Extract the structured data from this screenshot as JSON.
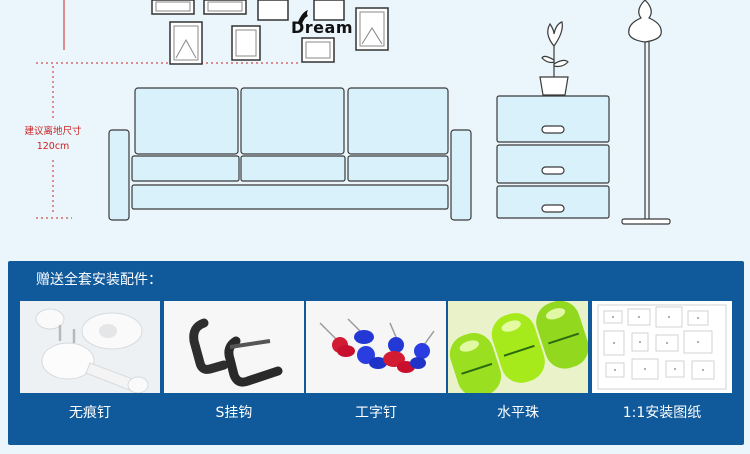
{
  "scene": {
    "brand_text": "Dream",
    "dimension_label_line1": "建议离地尺寸",
    "dimension_label_line2": "120cm"
  },
  "accessories": {
    "title": "赠送全套安装配件：",
    "items": [
      {
        "label": "无痕钉",
        "icon": "traceless-nail"
      },
      {
        "label": "S挂钩",
        "icon": "s-hook"
      },
      {
        "label": "工字钉",
        "icon": "push-pin"
      },
      {
        "label": "水平珠",
        "icon": "spirit-level"
      },
      {
        "label": "1:1安装图纸",
        "icon": "installation-template"
      }
    ]
  },
  "colors": {
    "panel_blue": "#105a9c",
    "dimension_red": "#cc2222",
    "furniture_fill": "#d8f1fb",
    "line_dark": "#3a3a3a"
  }
}
